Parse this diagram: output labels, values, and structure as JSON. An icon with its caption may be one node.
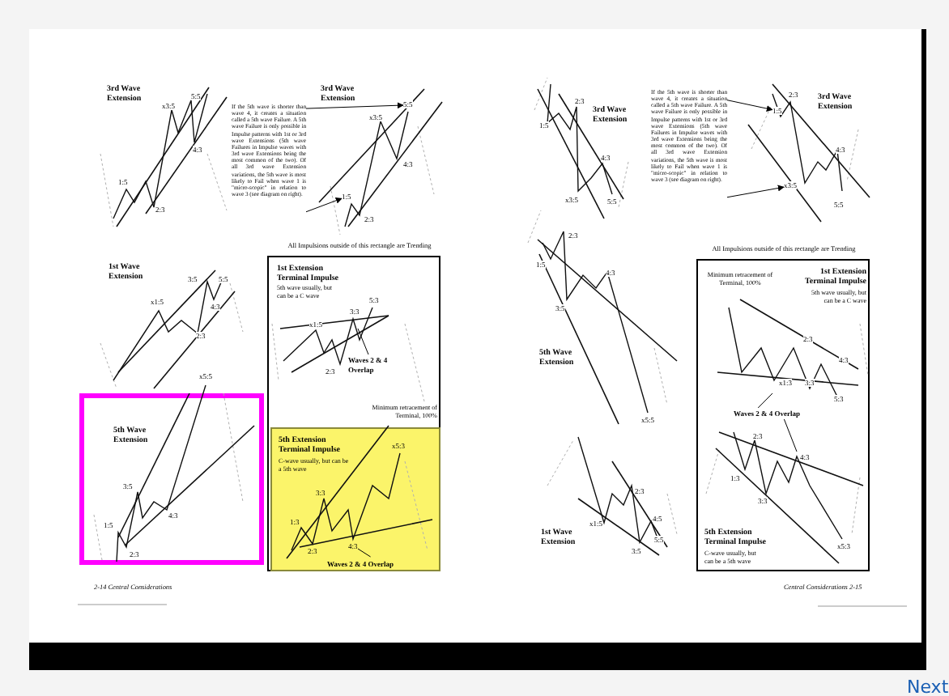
{
  "diagram": {
    "nodes": [
      {
        "text": [
          "If the 5th wave is shorter than wave 4, it creates a situation called a 5th wave Failure. A 5th wave Failure is only possible in Impulse patterns with 1st or 3rd wave Extensions (5th wave Failures in Impulse waves with 3rd wave Extensions being the most common of the two). Of all 3rd wave Extension variations, the 5th wave is most likely to Fail when wave 1 is \"micro-scopic\" in relation to wave 3 (see diagram on right)."
        ]
      },
      {
        "text": [
          "5:5"
        ]
      },
      {
        "text": [
          "1:5"
        ]
      },
      {
        "text": [
          "1st Extension Terminal Impulse",
          "5th wave usually, but can be a C wave",
          "Minimum retracement of Terminal, 100%"
        ]
      },
      {
        "text": [
          "5th Extension Terminal Impulse",
          "C-wave usually, but can be a 5th wave"
        ],
        "in": 3
      },
      {
        "text": [
          "Waves 2 & 4 Overlap"
        ],
        "in": 3
      },
      {
        "text": [
          "Waves 2 & 4 Overlap"
        ],
        "in": 4
      },
      {
        "text": [
          "5th Wave Extension"
        ]
      },
      {
        "text": [
          "If the 5th wave is shorter than wave 4, it creates a situation called a 5th wave Failure. A 5th wave Failure is only possible in Impulse patterns with 1st or 3rd wave Extensions (5th wave Failures in Impulse waves with 3rd wave Extensions being the most common of the two). Of all 3rd wave Extension variations, the 5th wave is most likely to Fail when wave 1 is \"micro-scopic\" in relation to wave 3 (see diagram on right)."
        ]
      },
      {
        "text": [
          "1:5"
        ]
      },
      {
        "text": [
          "x3:5"
        ]
      },
      {
        "text": [
          "Minimum retracement of Terminal, 100%",
          "1st Extension Terminal Impulse",
          "5th wave usually, but can be a C wave",
          "5th Extension Terminal Impulse",
          "C-wave usually, but can be a 5th wave"
        ]
      },
      {
        "text": [
          "Waves 2 & 4 Overlap"
        ],
        "in": 11
      },
      {
        "text": [
          "4:3"
        ],
        "in": 4
      }
    ],
    "edges": [
      {
        "from": 0,
        "to": 1,
        "arrow": "to"
      },
      {
        "from": 0,
        "to": 2,
        "arrow": "to"
      },
      {
        "from": 5,
        "to": null,
        "arrow": "none"
      },
      {
        "from": 6,
        "to": 13,
        "arrow": "none"
      },
      {
        "from": 8,
        "to": 9,
        "arrow": "to"
      },
      {
        "from": 8,
        "to": 10,
        "arrow": "to"
      },
      {
        "from": 12,
        "to": null,
        "arrow": "none"
      },
      {
        "from": 12,
        "to": null,
        "arrow": "none"
      }
    ],
    "labels": [
      "3rd Wave Extension",
      "x3:5",
      "5:5",
      "4:3",
      "1:5",
      "2:3",
      "3rd Wave Extension",
      "x3:5",
      "4:3",
      "2:3",
      "All Impulsions outside of this rectangle are Trending",
      "1st Wave Extension",
      "x1:5",
      "3:5",
      "5:5",
      "4:3",
      "2:3",
      "x1:5",
      "3:3",
      "5:3",
      "2:3",
      "x5:5",
      "3:5",
      "4:3",
      "1:5",
      "2:3",
      "x5:3",
      "3:3",
      "1:3",
      "2:3",
      "2-14 Central Considerations",
      "2:3",
      "1:5",
      "3rd Wave Extension",
      "4:3",
      "x3:5",
      "5:5",
      "2:3",
      "3rd Wave Extension",
      "4:3",
      "5:5",
      "2:3",
      "1:5",
      "4:3",
      "3:5",
      "5th Wave Extension",
      "x5:5",
      "All Impulsions outside of this rectangle are Trending",
      "2:3",
      "4:3",
      "x1:3",
      "3:3",
      "5:3",
      "2:3",
      "4:3",
      "1:3",
      "3:3",
      "x5:3",
      "1st Wave Extension",
      "x1:5",
      "2:3",
      "4:5",
      "3:5",
      "5:5",
      "Central Considerations 2-15",
      "Next"
    ]
  }
}
